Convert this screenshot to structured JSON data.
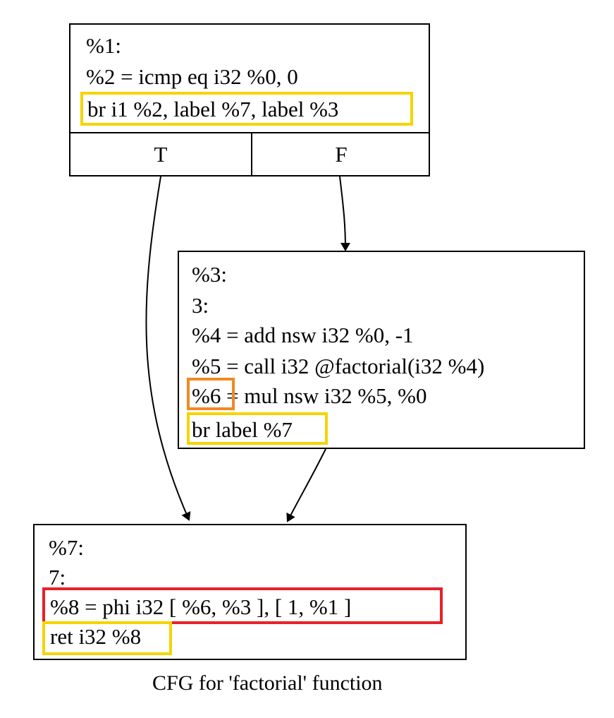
{
  "nodes": {
    "block1": {
      "lines": [
        "%1:",
        "%2 = icmp eq i32 %0, 0",
        "br i1 %2, label %7, label %3"
      ],
      "ports": [
        "T",
        "F"
      ]
    },
    "block3": {
      "lines": [
        "%3:",
        "3:",
        "%4 = add nsw i32 %0, -1",
        "%5 = call i32 @factorial(i32 %4)",
        "%6 = mul nsw i32 %5, %0",
        "br label %7"
      ]
    },
    "block7": {
      "lines": [
        "%7:",
        "7:",
        "%8 = phi i32 [ %6, %3 ], [ 1, %1 ]",
        "ret i32 %8"
      ]
    }
  },
  "highlights": {
    "colors": {
      "yellow": "#f5d400",
      "red": "#e8202a",
      "orange": "#f08a24"
    }
  },
  "caption": "CFG for 'factorial' function"
}
